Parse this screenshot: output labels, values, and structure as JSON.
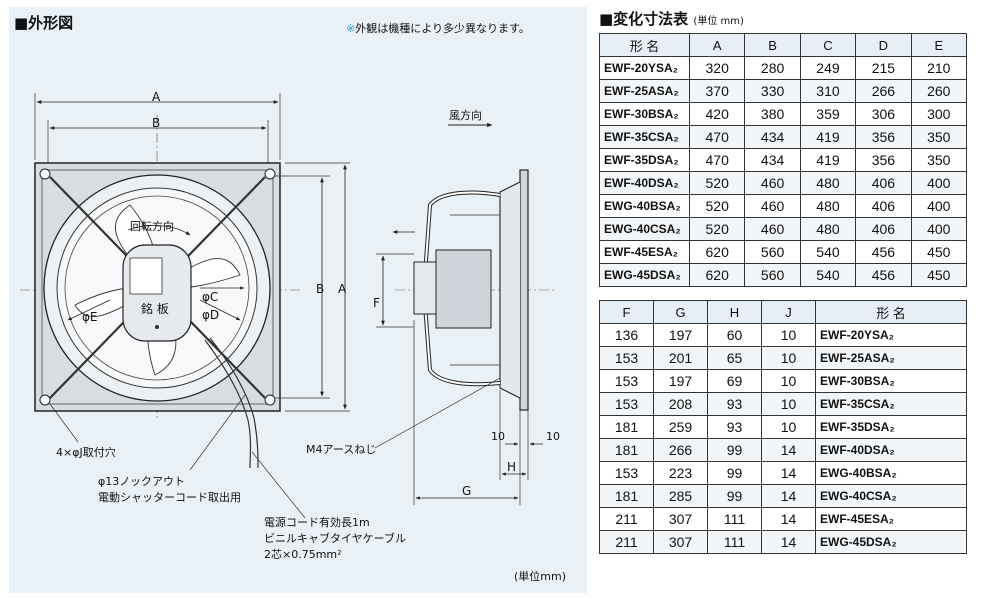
{
  "outline": {
    "title": "■外形図",
    "note_mark": "※",
    "note": "外観は機種により多少異なります。",
    "unit": "(単位mm)",
    "dims": {
      "A": "A",
      "B": "B",
      "C": "φC",
      "D": "φD",
      "E": "φE",
      "F": "F",
      "G": "G",
      "H": "H",
      "ten_left": "10",
      "ten_right": "10"
    },
    "labels": {
      "rotation": "回転方向",
      "nameplate": "銘 板",
      "wind": "風方向",
      "holes": "4×φJ取付穴",
      "knockout_1": "φ13ノックアウト",
      "knockout_2": "電動シャッターコード取出用",
      "earth": "M4アースねじ",
      "cord_1": "電源コード有効長1m",
      "cord_2": "ビニルキャブタイヤケーブル",
      "cord_3": "2芯×0.75mm²"
    }
  },
  "table": {
    "title": "■変化寸法表",
    "unit": "(単位 mm)",
    "headers1": [
      "形 名",
      "A",
      "B",
      "C",
      "D",
      "E"
    ],
    "rows1": [
      [
        "EWF-20YSA₂",
        "320",
        "280",
        "249",
        "215",
        "210"
      ],
      [
        "EWF-25ASA₂",
        "370",
        "330",
        "310",
        "266",
        "260"
      ],
      [
        "EWF-30BSA₂",
        "420",
        "380",
        "359",
        "306",
        "300"
      ],
      [
        "EWF-35CSA₂",
        "470",
        "434",
        "419",
        "356",
        "350"
      ],
      [
        "EWF-35DSA₂",
        "470",
        "434",
        "419",
        "356",
        "350"
      ],
      [
        "EWF-40DSA₂",
        "520",
        "460",
        "480",
        "406",
        "400"
      ],
      [
        "EWG-40BSA₂",
        "520",
        "460",
        "480",
        "406",
        "400"
      ],
      [
        "EWG-40CSA₂",
        "520",
        "460",
        "480",
        "406",
        "400"
      ],
      [
        "EWF-45ESA₂",
        "620",
        "560",
        "540",
        "456",
        "450"
      ],
      [
        "EWG-45DSA₂",
        "620",
        "560",
        "540",
        "456",
        "450"
      ]
    ],
    "headers2": [
      "F",
      "G",
      "H",
      "J",
      "形 名"
    ],
    "rows2": [
      [
        "136",
        "197",
        "60",
        "10",
        "EWF-20YSA₂"
      ],
      [
        "153",
        "201",
        "65",
        "10",
        "EWF-25ASA₂"
      ],
      [
        "153",
        "197",
        "69",
        "10",
        "EWF-30BSA₂"
      ],
      [
        "153",
        "208",
        "93",
        "10",
        "EWF-35CSA₂"
      ],
      [
        "181",
        "259",
        "93",
        "10",
        "EWF-35DSA₂"
      ],
      [
        "181",
        "266",
        "99",
        "14",
        "EWF-40DSA₂"
      ],
      [
        "153",
        "223",
        "99",
        "14",
        "EWG-40BSA₂"
      ],
      [
        "181",
        "285",
        "99",
        "14",
        "EWG-40CSA₂"
      ],
      [
        "211",
        "307",
        "111",
        "14",
        "EWF-45ESA₂"
      ],
      [
        "211",
        "307",
        "111",
        "14",
        "EWG-45DSA₂"
      ]
    ]
  }
}
